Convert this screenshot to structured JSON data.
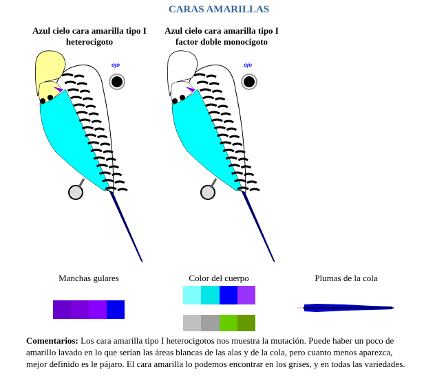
{
  "title": "CARAS AMARILLAS",
  "birds": [
    {
      "caption_line1": "Azul cielo cara amarilla tipo I",
      "caption_line2": "heterocigoto",
      "face_color": "#ffff99",
      "eye_label": "ojo"
    },
    {
      "caption_line1": "Azul cielo cara amarilla tipo I",
      "caption_line2": "factor doble monocigoto",
      "face_color": "#ffffff",
      "eye_label": "ojo"
    }
  ],
  "swatches": {
    "manchas_label": "Manchas gulares",
    "manchas_colors": [
      "#6600cc",
      "#7700dd",
      "#8800ff",
      "#0000ee"
    ],
    "cuerpo_label": "Color del cuerpo",
    "cuerpo_row1": [
      "#80ffff",
      "#00e5e5",
      "#0000ff",
      "#9933ff"
    ],
    "cuerpo_row2": [
      "#c0c0c0",
      "#a0a0a0",
      "#66cc00",
      "#669900"
    ],
    "cola_label": "Plumas de la cola",
    "cola_color": "#0000cc"
  },
  "comment": {
    "label": "Comentarios:",
    "text": " Los cara amarilla tipo I heterocigotos nos muestra la mutación. Puede haber un poco de amarillo lavado en lo que serían las áreas blancas de las alas y de la cola, pero cuanto menos aparezca, mejor definido es le pájaro. El cara amarilla lo podemos encontrar en los grises, y en todas las variedades."
  }
}
